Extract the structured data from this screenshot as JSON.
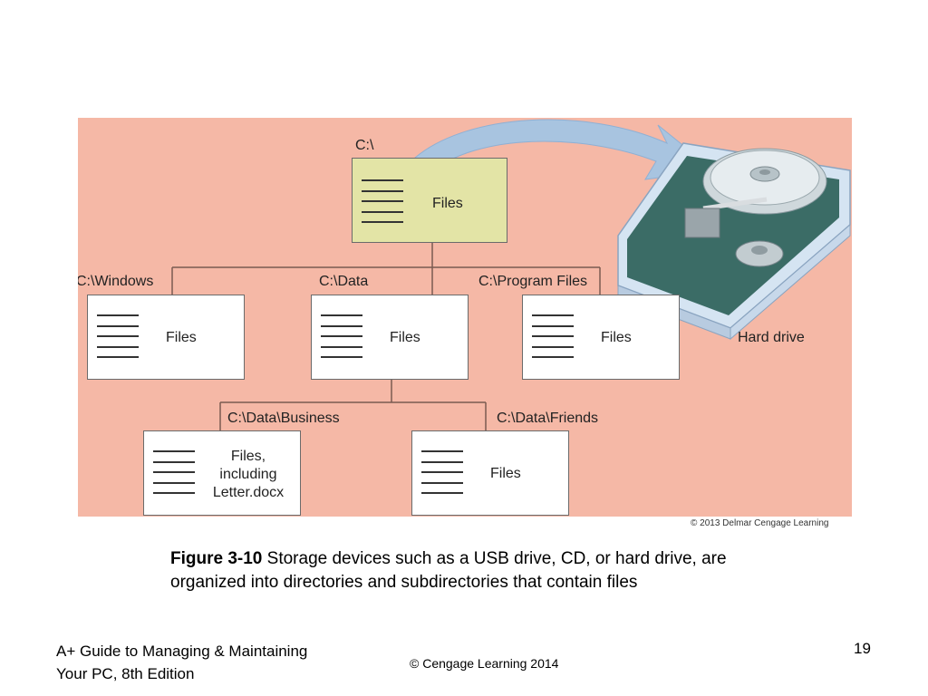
{
  "diagram": {
    "root": {
      "path": "C:\\",
      "content": "Files"
    },
    "level1": [
      {
        "path": "C:\\Windows",
        "content": "Files"
      },
      {
        "path": "C:\\Data",
        "content": "Files"
      },
      {
        "path": "C:\\Program Files",
        "content": "Files"
      }
    ],
    "level2": [
      {
        "path": "C:\\Data\\Business",
        "content_lines": [
          "Files,",
          "including",
          "Letter.docx"
        ]
      },
      {
        "path": "C:\\Data\\Friends",
        "content": "Files"
      }
    ],
    "device_label": "Hard drive",
    "credit": "© 2013 Delmar Cengage Learning",
    "colors": {
      "background": "#f5b8a6",
      "root_box": "#e3e4a6",
      "arrow": "#a8c4e0",
      "connector": "#7a5a50"
    }
  },
  "caption": {
    "figure_label": "Figure 3-10",
    "text": " Storage devices such as a USB drive, CD, or hard drive, are organized into directories and subdirectories that contain files"
  },
  "footer": {
    "left_line1": "A+ Guide to Managing & Maintaining",
    "left_line2": "Your PC, 8th Edition",
    "center": "© Cengage Learning  2014",
    "page_number": "19"
  }
}
